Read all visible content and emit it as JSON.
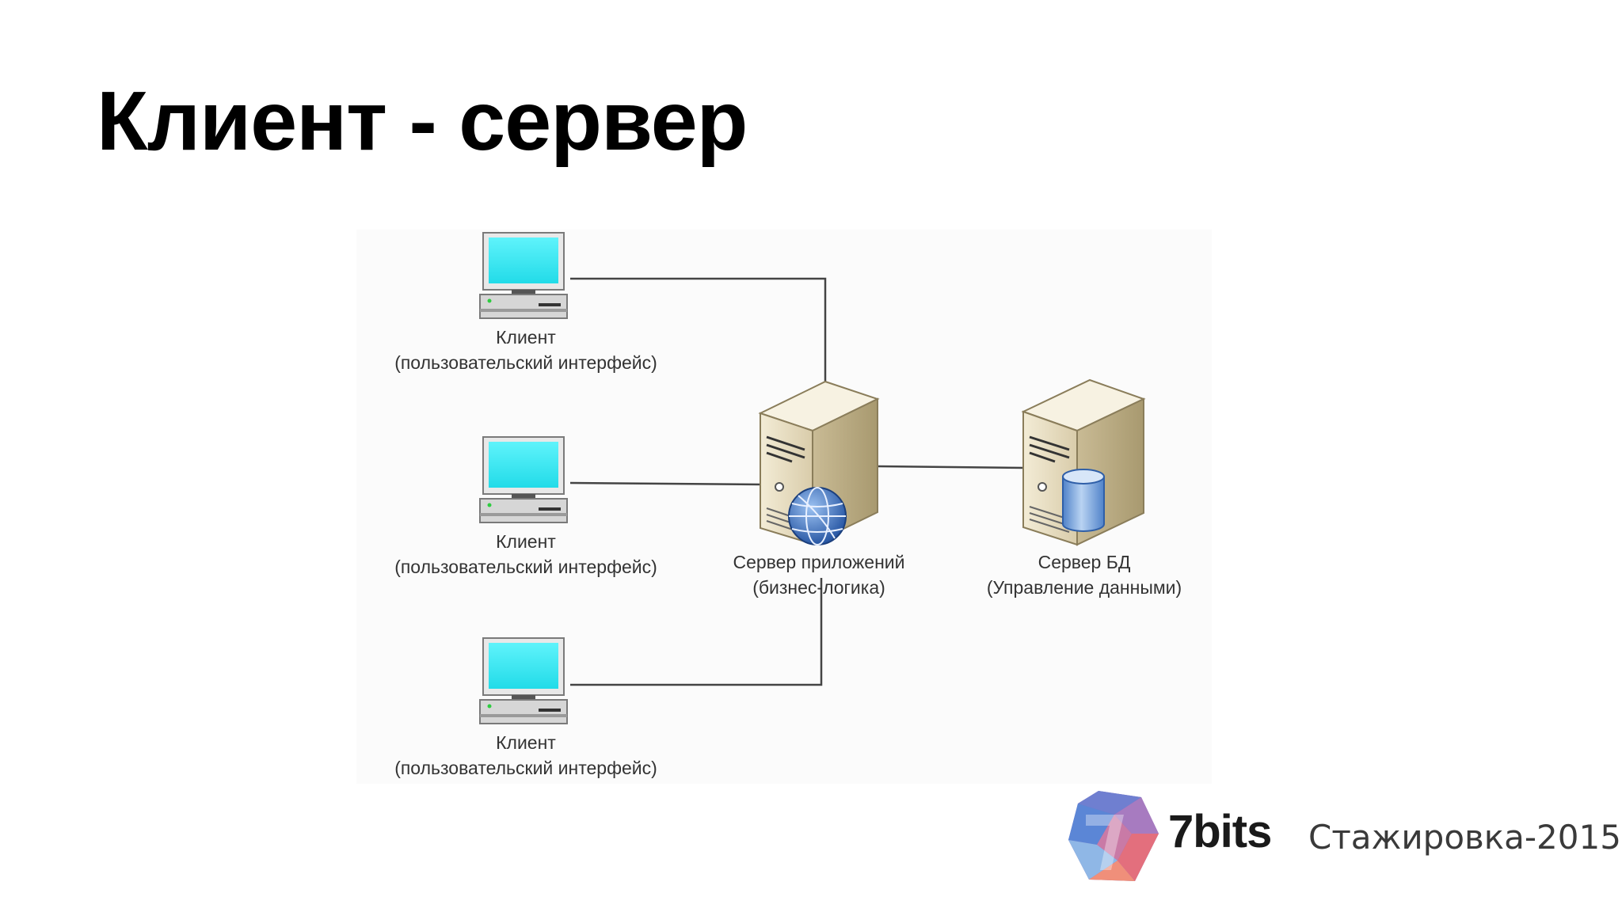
{
  "slide": {
    "title": "Клиент - сервер"
  },
  "diagram": {
    "clients": [
      {
        "label": "Клиент",
        "sublabel": "(пользовательский интерфейс)"
      },
      {
        "label": "Клиент",
        "sublabel": "(пользовательский интерфейс)"
      },
      {
        "label": "Клиент",
        "sublabel": "(пользовательский интерфейс)"
      }
    ],
    "app_server": {
      "label": "Сервер приложений",
      "sublabel": "(бизнес-логика)"
    },
    "db_server": {
      "label": "Сервер БД",
      "sublabel": "(Управление данными)"
    },
    "colors": {
      "screen": "#33e8f5",
      "server_body": "#e8dfc4",
      "globe": "#3c6fc4",
      "database": "#6a9ad8",
      "line": "#444444"
    }
  },
  "brand": {
    "name": "7bits",
    "tagline": "Стажировка-2015",
    "logo_icon": "7bits-logo-icon"
  }
}
